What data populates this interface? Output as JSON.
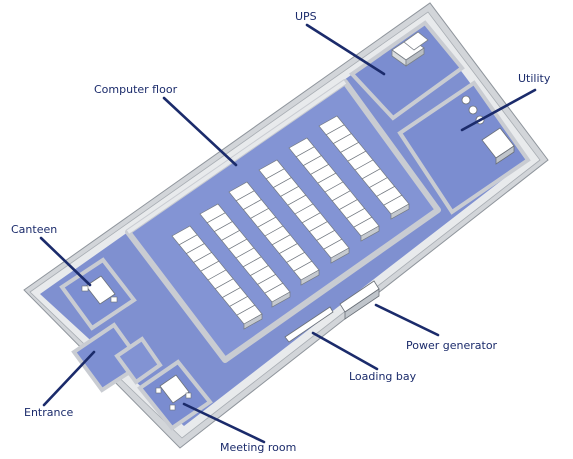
{
  "callouts": {
    "ups": "UPS",
    "computer_floor": "Computer floor",
    "utility": "Utility",
    "canteen": "Canteen",
    "power_generator": "Power generator",
    "loading_bay": "Loading bay",
    "entrance": "Entrance",
    "meeting_room": "Meeting room"
  },
  "colors": {
    "label_text": "#1b2b6b",
    "leader_line": "#1b2b6b",
    "floor_blue": "#7e8fd0",
    "wall_face": "#cdd0d4",
    "wall_top": "#f1f2f3",
    "rack": "#ffffff"
  },
  "icons": {
    "ups": "battery-cabinet-icon",
    "utility": "hvac-unit-icon",
    "power_generator": "generator-icon"
  }
}
